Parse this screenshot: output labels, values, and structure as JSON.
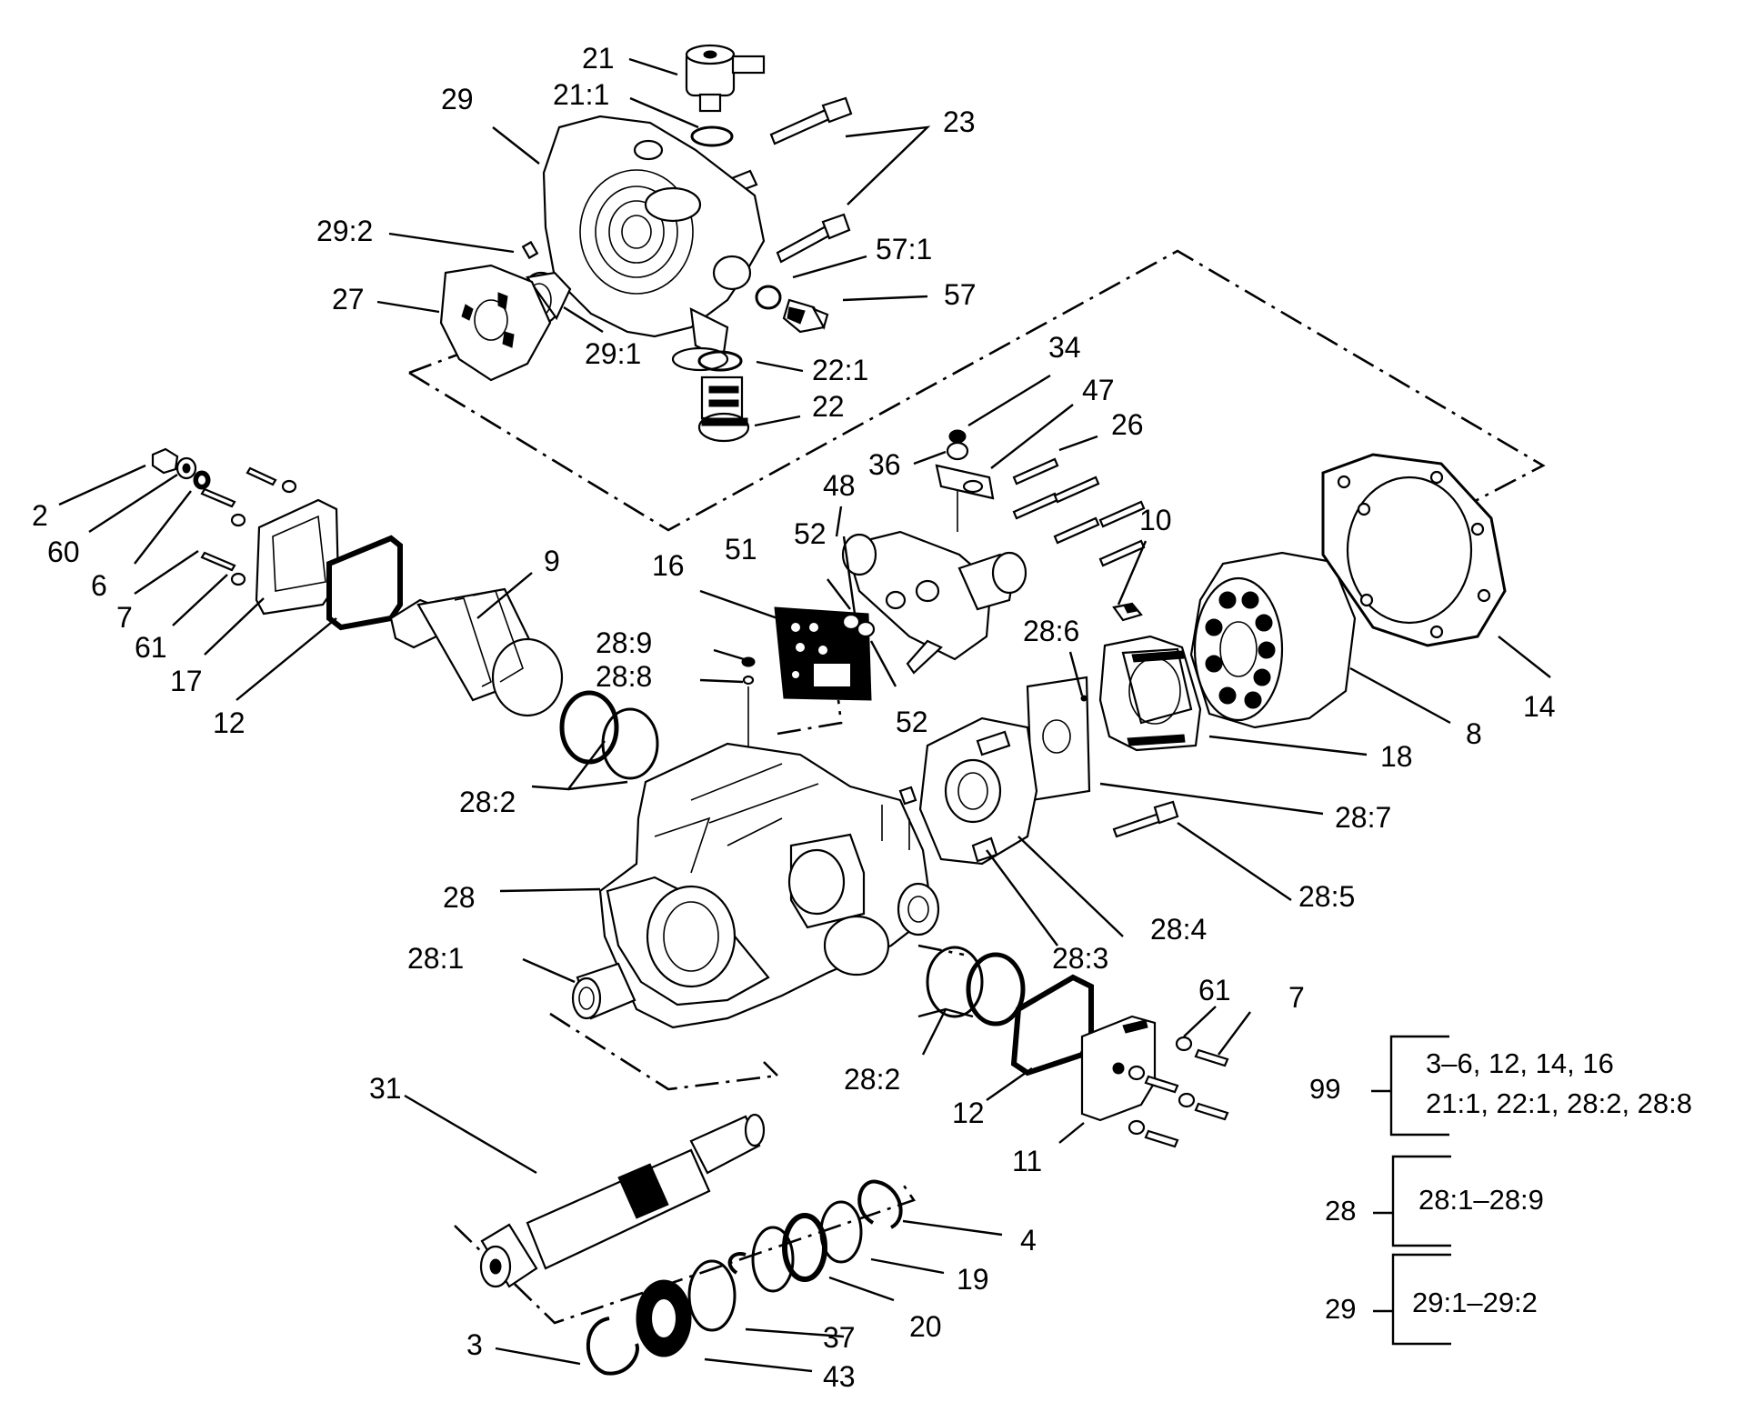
{
  "callouts": {
    "c21": "21",
    "c21_1": "21:1",
    "c29": "29",
    "c23": "23",
    "c29_2": "29:2",
    "c57_1": "57:1",
    "c27": "27",
    "c57": "57",
    "c29_1": "29:1",
    "c22_1": "22:1",
    "c22": "22",
    "c34": "34",
    "c47": "47",
    "c26": "26",
    "c36": "36",
    "c48": "48",
    "c2": "2",
    "c60": "60",
    "c6": "6",
    "c7a": "7",
    "c61a": "61",
    "c17": "17",
    "c12a": "12",
    "c9": "9",
    "c16": "16",
    "c51": "51",
    "c52a": "52",
    "c52b": "52",
    "c10": "10",
    "c28_9": "28:9",
    "c28_8": "28:8",
    "c28_6": "28:6",
    "c14": "14",
    "c8": "8",
    "c18": "18",
    "c28_2a": "28:2",
    "c28_7": "28:7",
    "c28_5": "28:5",
    "c28": "28",
    "c28_4": "28:4",
    "c28_3": "28:3",
    "c28_1": "28:1",
    "c61b": "61",
    "c7b": "7",
    "c28_2b": "28:2",
    "c12b": "12",
    "c11": "11",
    "c31": "31",
    "c4": "4",
    "c19": "19",
    "c20": "20",
    "c37": "37",
    "c3": "3",
    "c43": "43"
  },
  "legend": {
    "g99_label": "99",
    "g99_line1": "3–6, 12, 14, 16",
    "g99_line2": "21:1, 22:1, 28:2, 28:8",
    "g28_label": "28",
    "g28_line1": "28:1–28:9",
    "g29_label": "29",
    "g29_line1": "29:1–29:2"
  }
}
